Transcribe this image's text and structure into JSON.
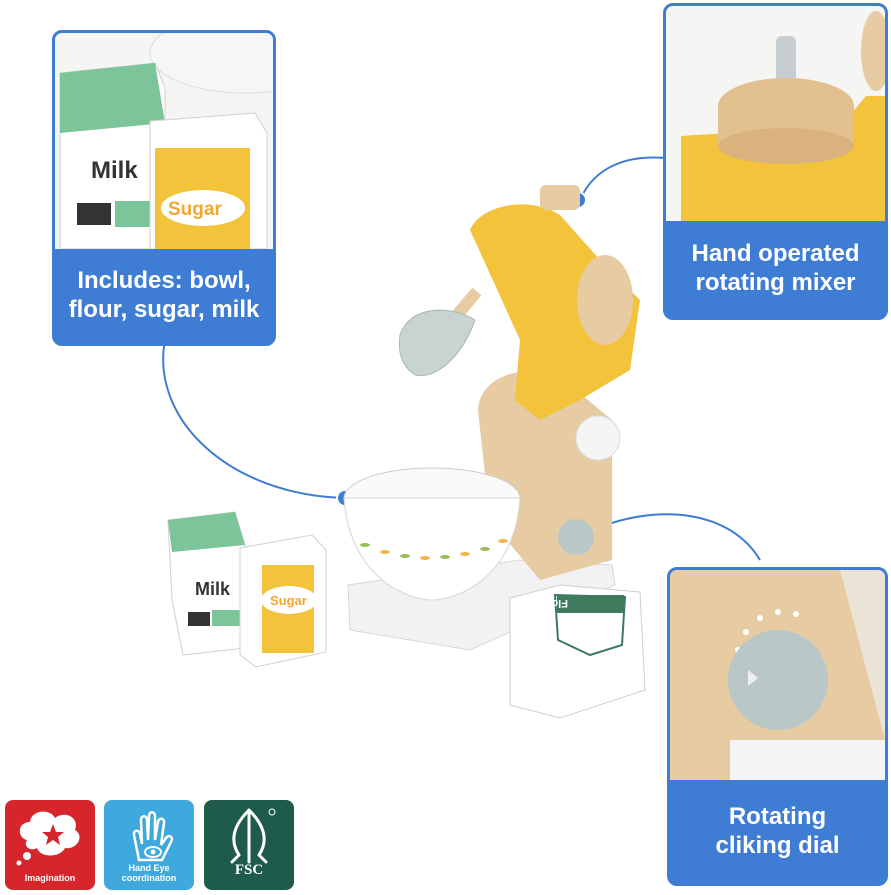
{
  "callouts": {
    "includes": {
      "caption": "Includes: bowl,\nflour, sugar, milk",
      "milk": "Milk",
      "sugar": "Sugar"
    },
    "mixer": {
      "caption": "Hand operated\nrotating mixer"
    },
    "dial": {
      "caption": "Rotating\ncliking dial"
    }
  },
  "product": {
    "milk": "Milk",
    "sugar": "Sugar",
    "flour": "Flour"
  },
  "badges": [
    {
      "label": "Imagination",
      "color": "#d6262b",
      "icon": "thought-cloud-icon"
    },
    {
      "label": "Hand Eye\ncoordination",
      "color": "#3fa9dd",
      "icon": "hand-eye-icon"
    },
    {
      "label": "FSC",
      "color": "#1e5b4a",
      "icon": "fsc-tree-icon"
    }
  ],
  "colors": {
    "callout_blue": "#3f7dd4",
    "toy_yellow": "#f3c33b",
    "wood": "#e8cfa8",
    "milk_green": "#7cc49a"
  }
}
